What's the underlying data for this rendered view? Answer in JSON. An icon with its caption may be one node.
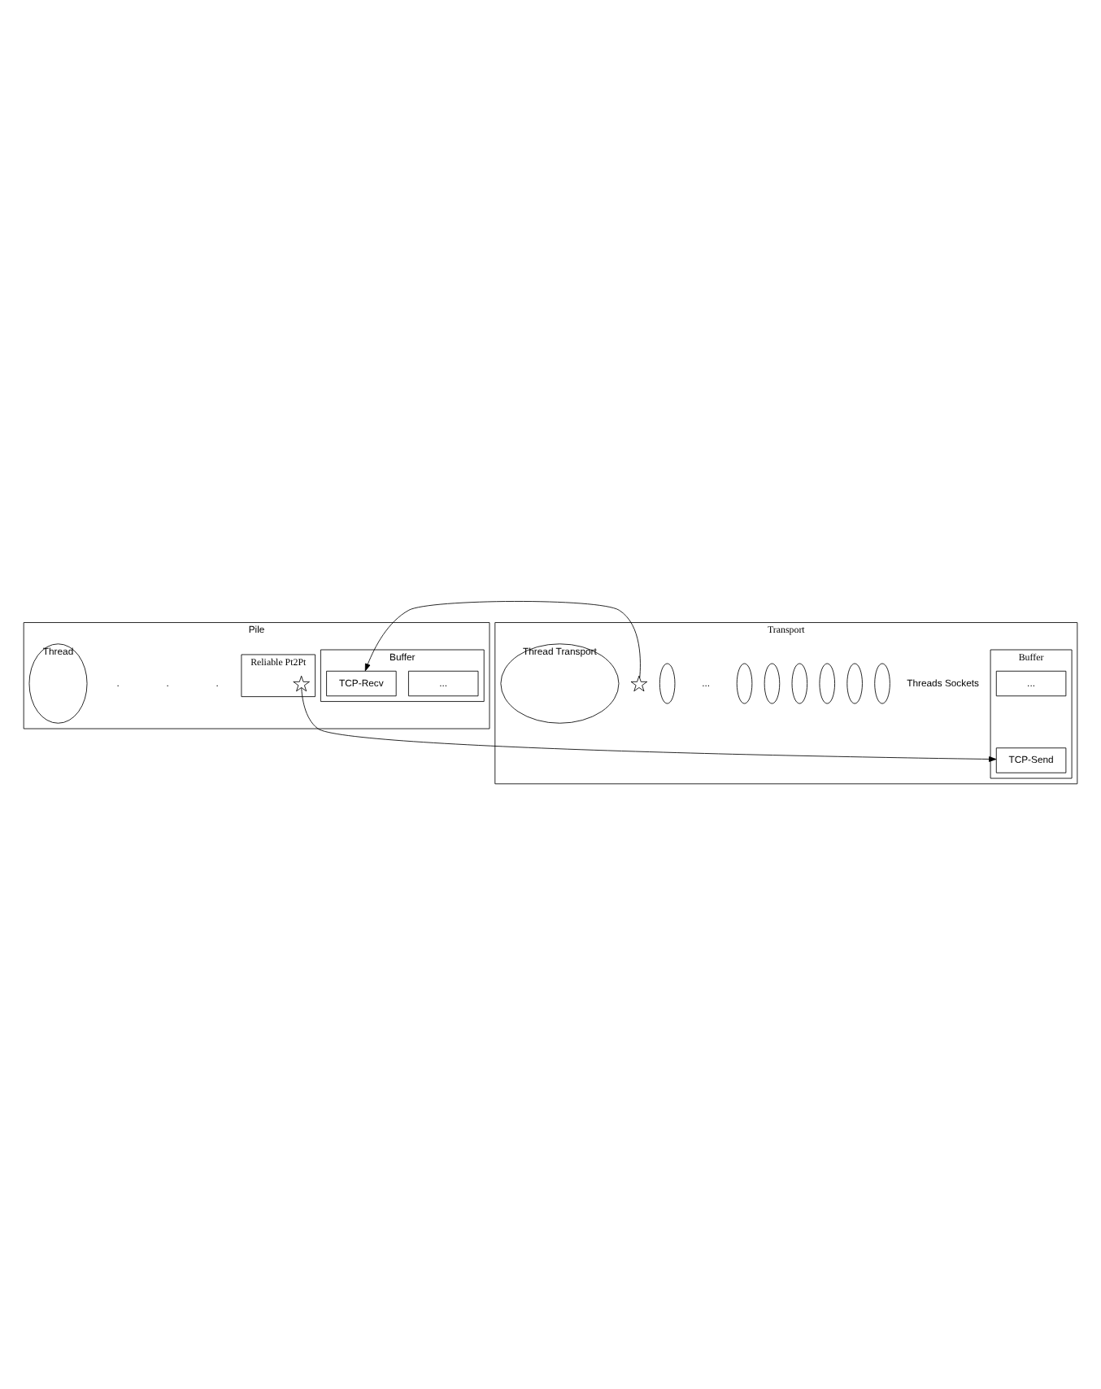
{
  "diagram": {
    "nodes": [
      {
        "text": [
          "Pile"
        ]
      },
      {
        "text": [
          "Buffer"
        ],
        "in": 0
      },
      {
        "text": [
          "..."
        ],
        "in": 1
      },
      {
        "text": [
          "TCP-Recv"
        ],
        "in": 1
      },
      {
        "text": [
          "Thread"
        ],
        "in": 0
      },
      {
        "text": [
          "Reliable Pt2Pt"
        ],
        "in": 0
      },
      {
        "text": [],
        "shape": "star",
        "in": 5
      },
      {
        "text": [
          "Transport"
        ]
      },
      {
        "text": [],
        "shape": "circle",
        "in": 7
      },
      {
        "text": [],
        "shape": "circle",
        "in": 7
      },
      {
        "text": [],
        "shape": "circle",
        "in": 7
      },
      {
        "text": [],
        "shape": "circle",
        "in": 7
      },
      {
        "text": [],
        "shape": "circle",
        "in": 7
      },
      {
        "text": [],
        "shape": "circle",
        "in": 7
      },
      {
        "text": [],
        "shape": "circle",
        "in": 7
      },
      {
        "text": [],
        "shape": "star",
        "in": 7
      },
      {
        "text": [
          "Buffer"
        ],
        "in": 7
      },
      {
        "text": [
          "..."
        ],
        "in": 16
      },
      {
        "text": [
          "TCP-Send"
        ],
        "in": 16
      },
      {
        "text": [
          "Thread Transport"
        ],
        "in": 7
      }
    ],
    "edges": [
      {
        "from": 6,
        "to": 18,
        "arrow": "to"
      },
      {
        "from": 15,
        "to": 3,
        "arrow": "to"
      }
    ],
    "labels": [
      ".",
      ".",
      ".",
      "...",
      "Threads Sockets"
    ]
  }
}
